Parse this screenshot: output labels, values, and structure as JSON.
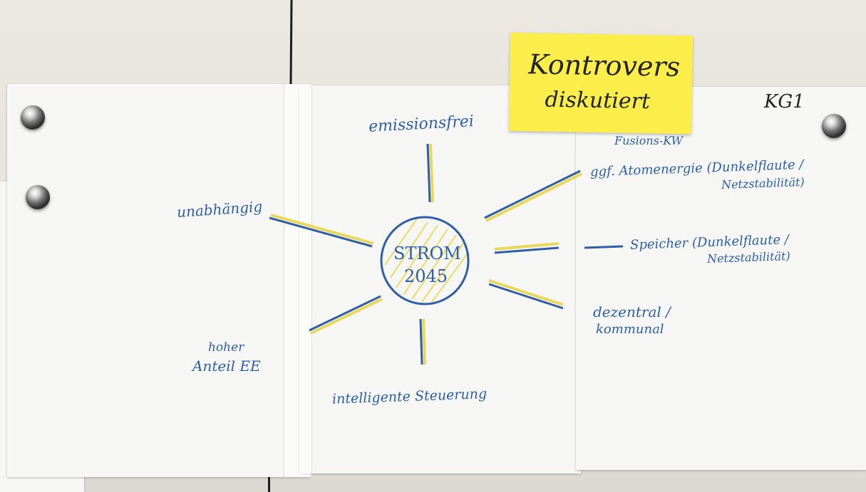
{
  "sticky_note": {
    "line1": "Kontrovers",
    "line2": "diskutiert"
  },
  "group_tag": "KG1",
  "center": {
    "line1": "STROM",
    "line2": "2045"
  },
  "labels": {
    "top": "emissionsfrei",
    "left": "unabhängig",
    "bottom_left_line1": "hoher",
    "bottom_left_line2": "Anteil EE",
    "bottom": "intelligente Steuerung",
    "right_fusion": "Fusions-KW",
    "right_nuclear_line1": "ggf. Atomenergie (Dunkelflaute /",
    "right_nuclear_line2": "Netzstabilität)",
    "right_storage_line1": "Speicher (Dunkelflaute /",
    "right_storage_line2": "Netzstabilität)",
    "right_decentral_line1": "dezentral /",
    "right_decentral_line2": "kommunal"
  },
  "colors": {
    "ink_blue": "#2f5ea8",
    "highlight_yellow": "#e8d75a",
    "sticky": "#fbee4a"
  }
}
